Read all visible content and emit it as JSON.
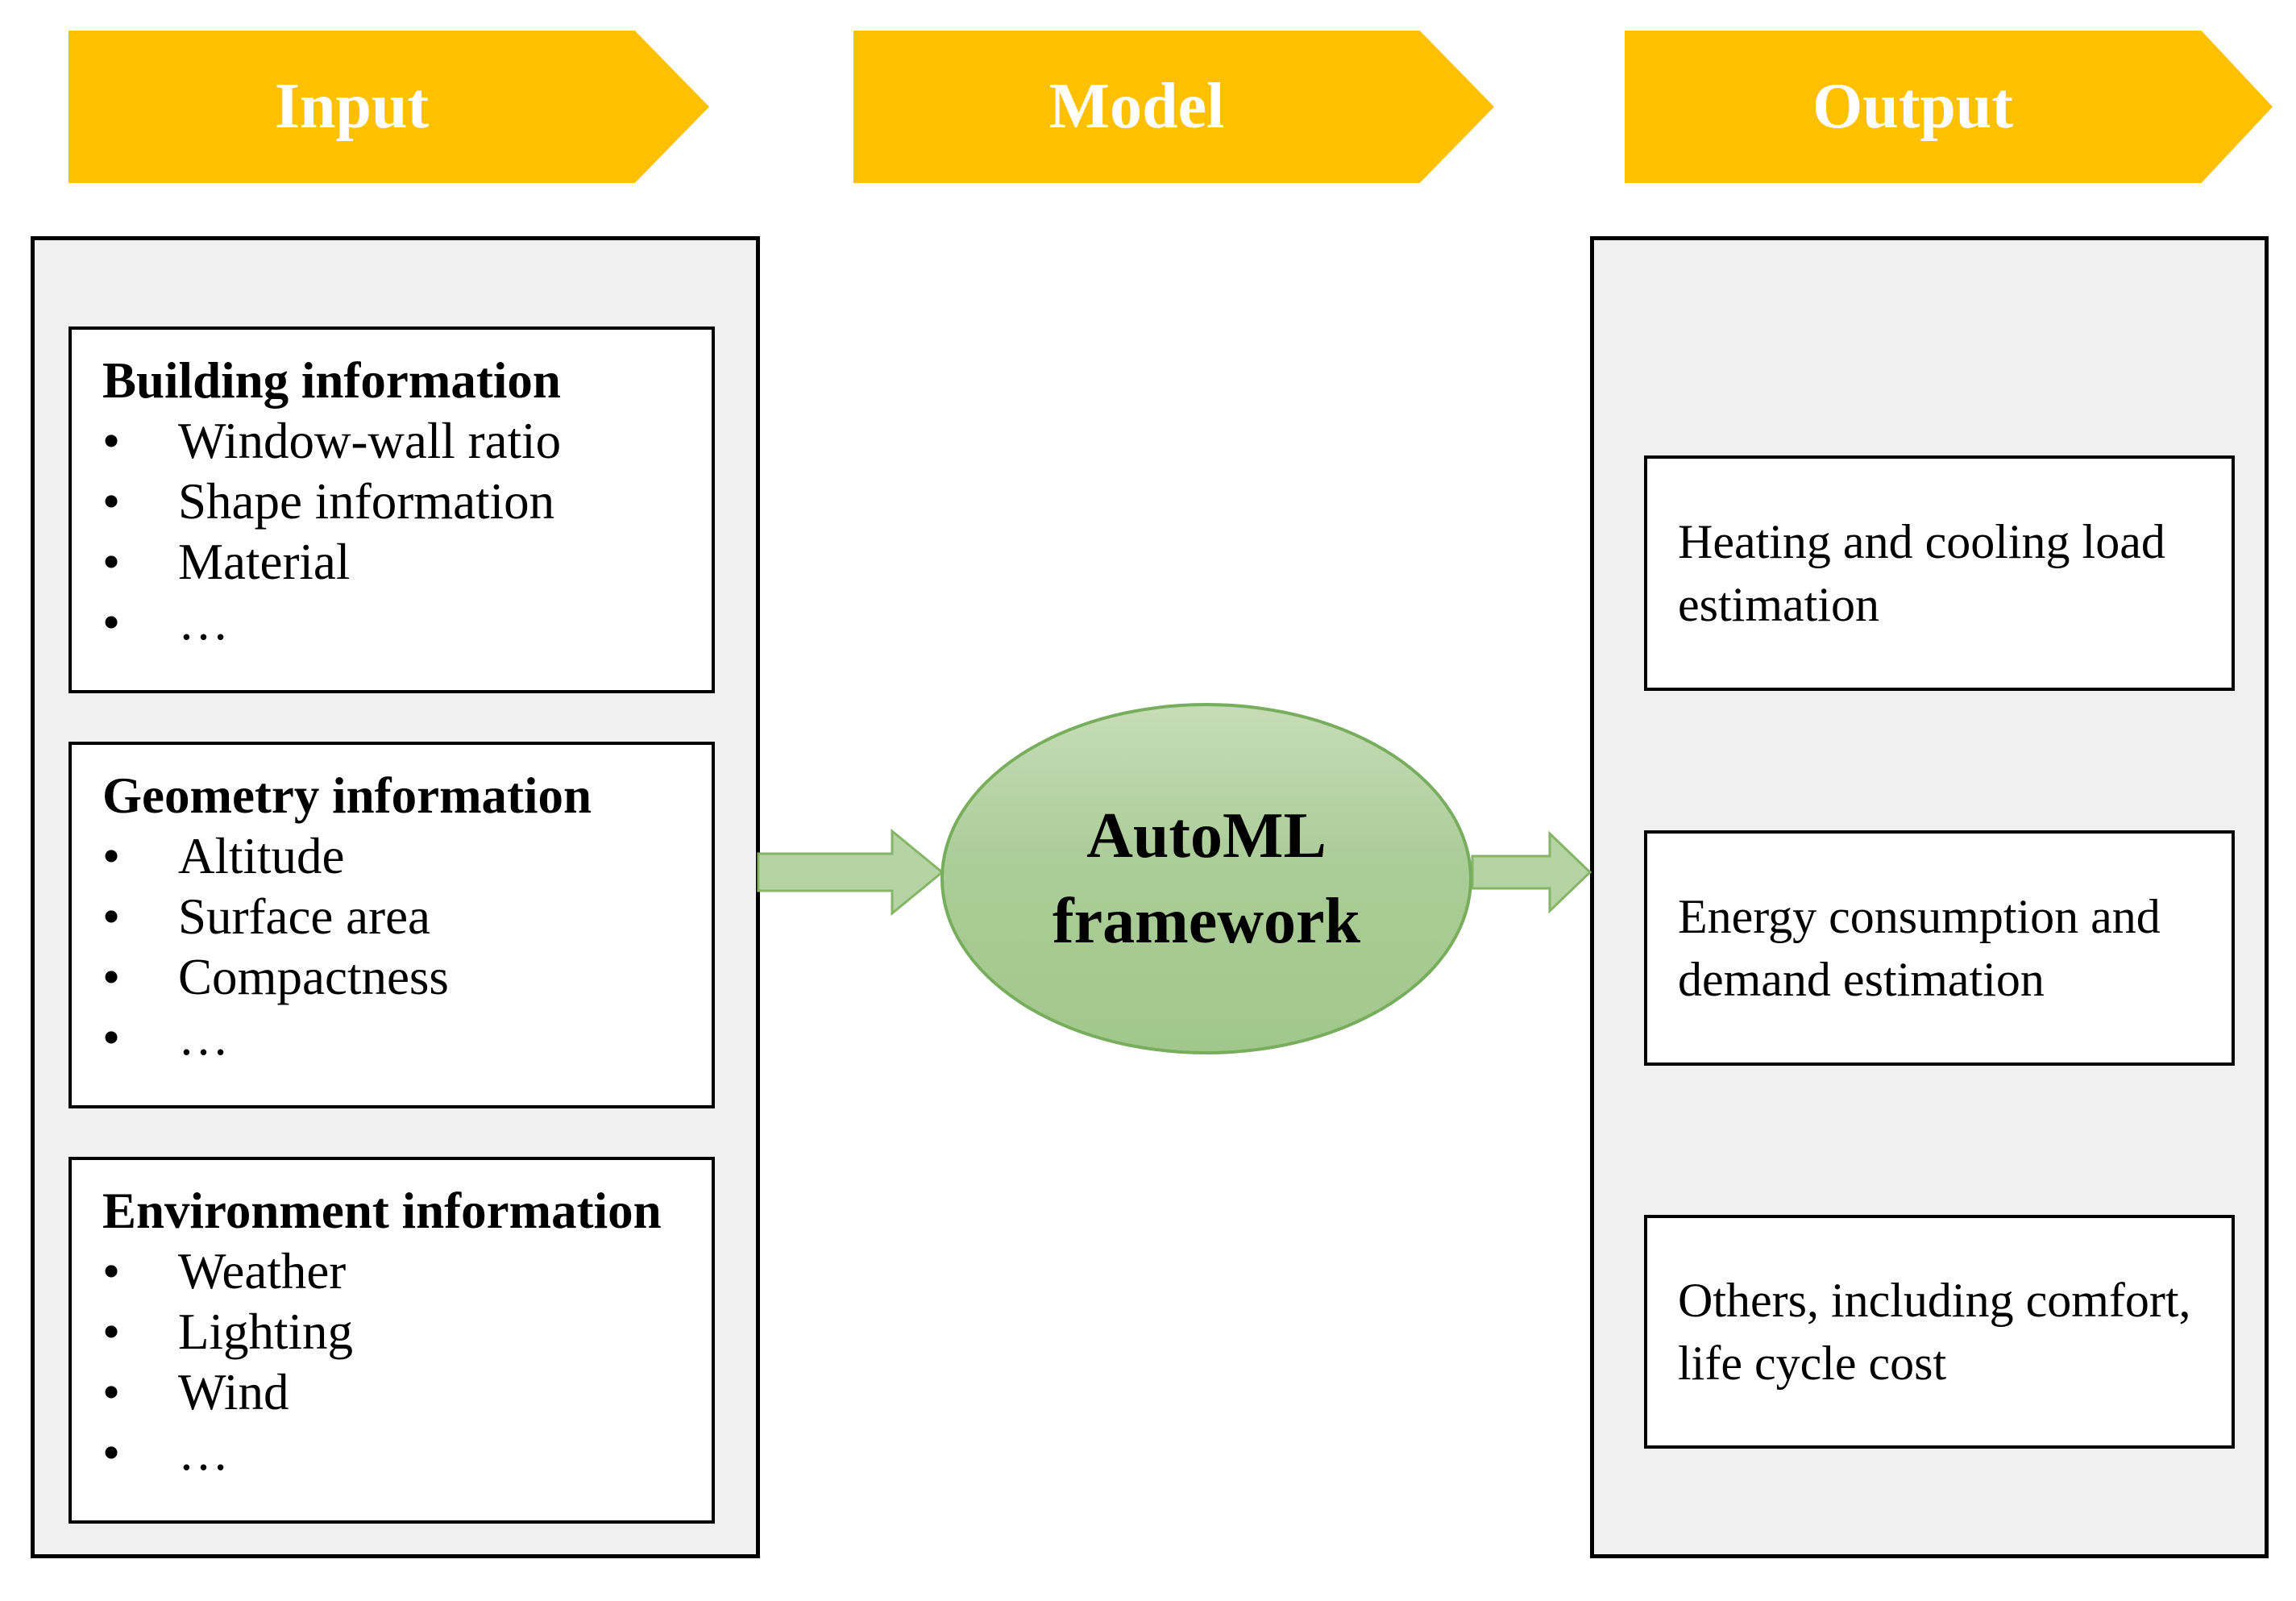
{
  "header": {
    "input_label": "Input",
    "model_label": "Model",
    "output_label": "Output"
  },
  "input_panel": {
    "bullet_char": "•",
    "boxes": [
      {
        "title": "Building information",
        "items": [
          "Window-wall ratio",
          "Shape information",
          "Material",
          "…"
        ]
      },
      {
        "title": "Geometry information",
        "items": [
          "Altitude",
          "Surface area",
          "Compactness",
          "…"
        ]
      },
      {
        "title": "Environment information",
        "items": [
          "Weather",
          "Lighting",
          "Wind",
          "…"
        ]
      }
    ]
  },
  "model": {
    "label_line1": "AutoML",
    "label_line2": "framework"
  },
  "output_panel": {
    "boxes": [
      {
        "text": "Heating and cooling load estimation"
      },
      {
        "text": "Energy consumption and demand estimation"
      },
      {
        "text": "Others, including comfort, life cycle cost"
      }
    ]
  },
  "colors": {
    "arrow_yellow": "#FFC000",
    "panel_gray": "#F0F0F0",
    "ellipse_green_fill": "#ABCD98",
    "ellipse_green_border": "#77AD5C",
    "flow_arrow_fill": "#B5D3A3",
    "flow_arrow_border": "#85B565"
  }
}
